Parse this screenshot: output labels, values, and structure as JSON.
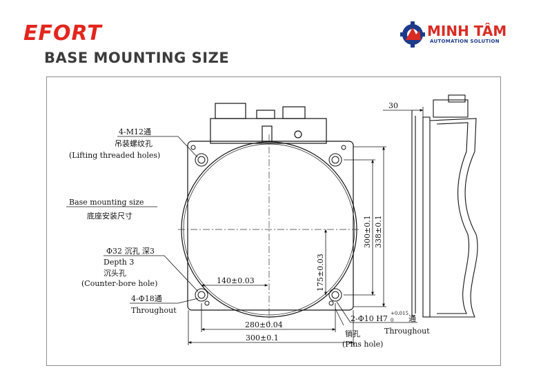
{
  "header": {
    "brand": "EFORT",
    "title": "BASE MOUNTING SIZE",
    "logo_name": "MINH TÂM",
    "logo_sub": "AUTOMATION SOLUTION"
  },
  "colors": {
    "brand": "#e3261d",
    "logo_blue": "#1d3a8a",
    "logo_red": "#d92b23"
  },
  "labels": {
    "lifting_spec": "4-M12通",
    "lifting_cn": "吊装螺纹孔",
    "lifting_en": "(Lifting threaded holes)",
    "base_en": "Base mounting size",
    "base_cn": "底座安装尺寸",
    "cbore_spec": "Φ32 沉孔 深3",
    "cbore_depth": "Depth 3",
    "cbore_cn": "沉头孔",
    "cbore_en": "(Counter-bore hole)",
    "through_spec": "4-Φ18通",
    "through_en": "Throughout",
    "pin_spec": "2-Φ10 H7",
    "pin_tol_top": "+0.015",
    "pin_tol_bot": "0",
    "pin_through": "通",
    "pin_through_en": "Throughout",
    "pin_cn": "销孔",
    "pin_en": "(Pins hole)"
  },
  "dimensions": {
    "d140": "140±0.03",
    "d175": "175±0.03",
    "d280": "280±0.04",
    "d300h": "300±0.1",
    "d300v": "300±0.1",
    "d338": "338±0.1",
    "d30": "30"
  }
}
